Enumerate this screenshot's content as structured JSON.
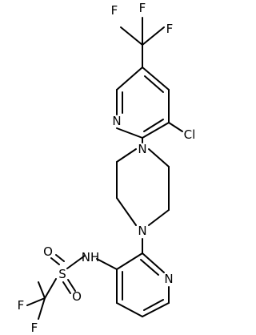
{
  "molecule": {
    "atom_labels": {
      "f_top_left": "F",
      "f_top_center": "F",
      "f_top_right": "F",
      "n_pyridine_upper": "N",
      "cl": "Cl",
      "n_piperazine_upper": "N",
      "n_piperazine_lower": "N",
      "o_upper": "O",
      "nh": "NH",
      "s": "S",
      "n_pyridine_lower": "N",
      "o_lower": "O",
      "f_bottom_left": "F",
      "f_bottom_center": "F"
    }
  }
}
